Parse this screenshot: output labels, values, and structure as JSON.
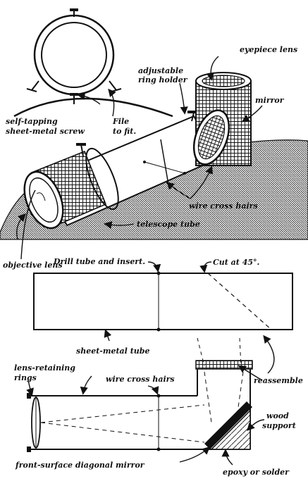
{
  "labels": {
    "eyepiece_lens": "eyepiece lens",
    "adjustable_ring_holder_1": "adjustable",
    "adjustable_ring_holder_2": "ring holder",
    "mirror": "mirror",
    "self_tapping_1": "self-tapping",
    "self_tapping_2": "sheet-metal screw",
    "file_to_fit_1": "File",
    "file_to_fit_2": "to fit.",
    "wire_cross_hairs_top": "wire cross hairs",
    "telescope_tube": "telescope tube",
    "objective_lens": "objective lens",
    "drill_tube": "Drill tube and insert.",
    "cut_at": "Cut at 45°.",
    "sheet_metal_tube": "sheet-metal tube",
    "lens_retaining_1": "lens-retaining",
    "lens_retaining_2": "rings",
    "wire_cross_hairs_bottom": "wire cross hairs",
    "reassemble": "reassemble",
    "wood_support_1": "wood",
    "wood_support_2": "support",
    "front_surface_mirror": "front-surface diagonal mirror",
    "epoxy_or_solder": "epoxy or solder"
  }
}
